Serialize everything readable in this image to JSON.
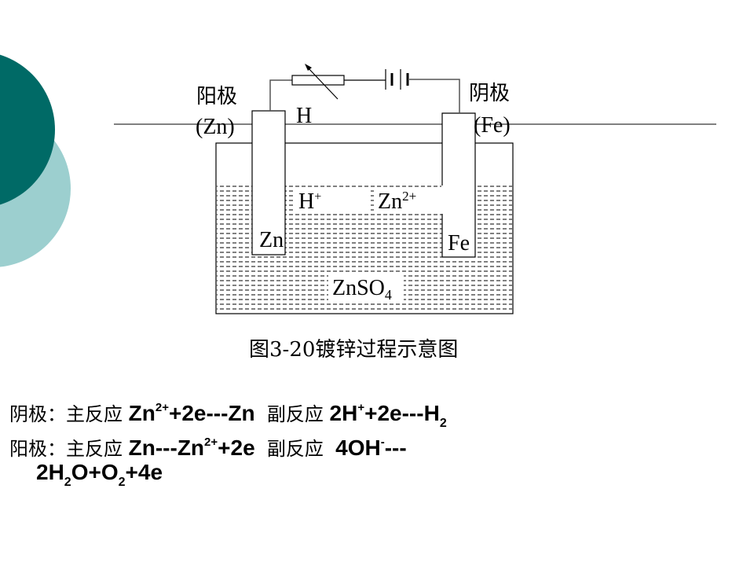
{
  "diagram": {
    "anode_label": "阳极",
    "anode_material": "(Zn)",
    "cathode_label": "阴极",
    "cathode_material": "(Fe)",
    "h_label": "H",
    "h_ion": "H",
    "h_ion_charge": "+",
    "zn_ion": "Zn",
    "zn_ion_charge": "2+",
    "zn_electrode": "Zn",
    "fe_electrode": "Fe",
    "solution": "ZnSO",
    "solution_sub": "4"
  },
  "caption": "图3-20镀锌过程示意图",
  "equations": {
    "cathode": {
      "label": "阴极：主反应 ",
      "main_a": "Zn",
      "main_a_sup": "2+",
      "main_b": "+2e---Zn",
      "side_label": "  副反应 ",
      "side_a": "2H",
      "side_a_sup": "+",
      "side_b": "+2e---H",
      "side_b_sub": "2"
    },
    "anode": {
      "label": "阳极：主反应 ",
      "main_a": "Zn---Zn",
      "main_a_sup": "2+",
      "main_b": "+2e",
      "side_label": "  副反应  ",
      "side_a": "4OH",
      "side_a_sup": "-",
      "side_b": "---",
      "cont_a": "2H",
      "cont_a_sub": "2",
      "cont_b": "O+O",
      "cont_b_sub": "2",
      "cont_c": "+4e"
    }
  },
  "colors": {
    "dark_teal": "#006a66",
    "light_teal": "#9ccfcf"
  }
}
